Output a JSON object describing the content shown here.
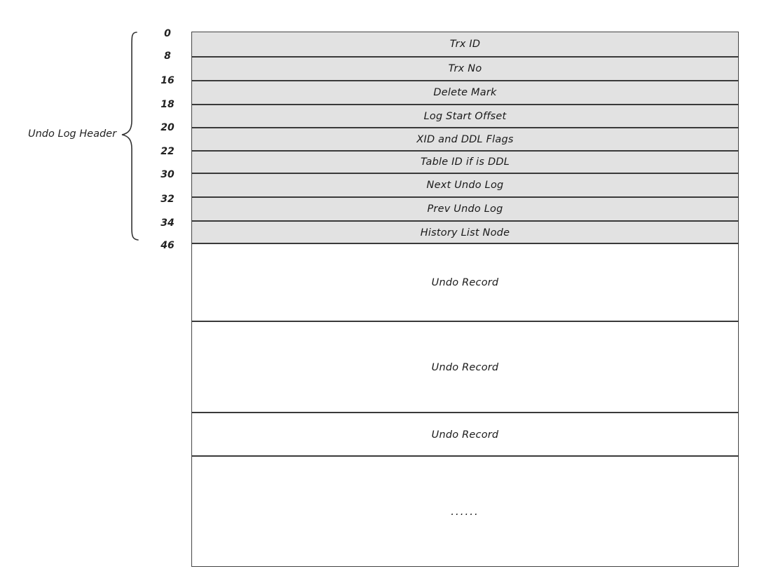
{
  "header_label": "Undo Log Header",
  "offsets": [
    "0",
    "8",
    "16",
    "18",
    "20",
    "22",
    "30",
    "32",
    "34",
    "46"
  ],
  "header_fields": [
    "Trx ID",
    "Trx No",
    "Delete Mark",
    "Log Start Offset",
    "XID and DDL Flags",
    "Table ID if is DDL",
    "Next Undo Log",
    "Prev Undo Log",
    "History List Node"
  ],
  "records": [
    "Undo Record",
    "Undo Record",
    "Undo Record",
    "......"
  ],
  "colors": {
    "header_fill": "#e2e2e2",
    "border": "#3a3a3a",
    "text": "#1a1a1a"
  }
}
